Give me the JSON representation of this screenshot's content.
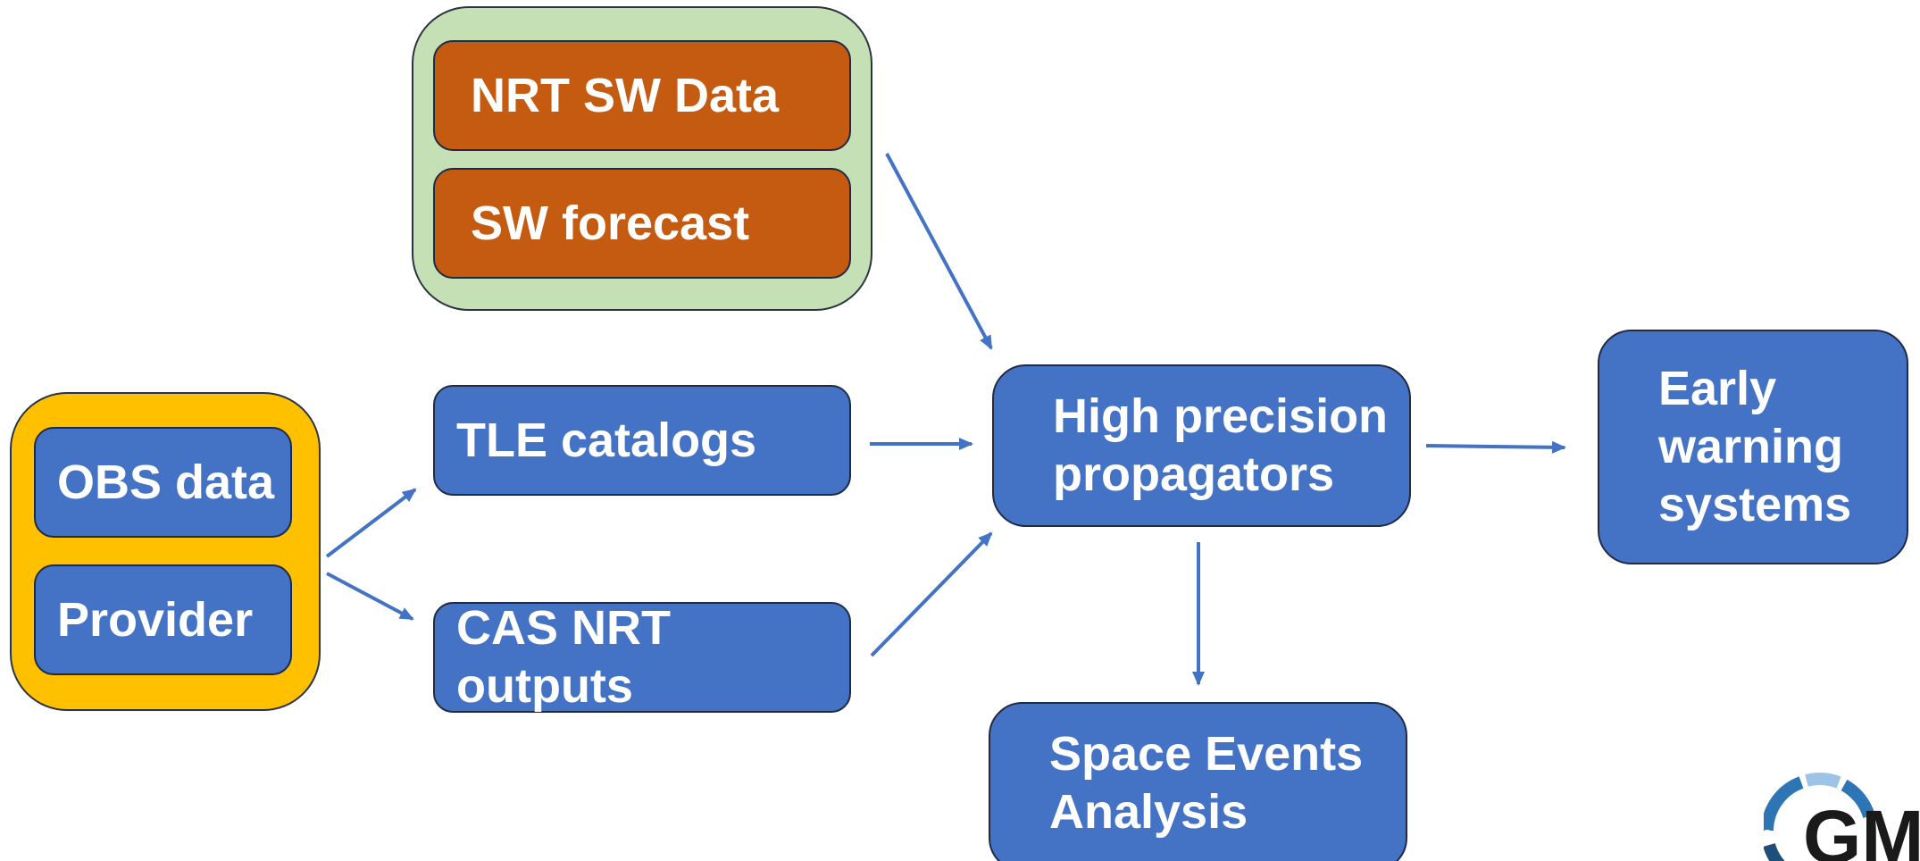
{
  "diagram": {
    "nodes": {
      "nrt_sw_data": "NRT SW Data",
      "sw_forecast": "SW forecast",
      "obs_data": "OBS data",
      "provider": "Provider",
      "tle_catalogs": "TLE catalogs",
      "cas_nrt_outputs": "CAS NRT outputs",
      "high_precision_propagators": "High precision\npropagators",
      "early_warning_systems": "Early\nwarning\nsystems",
      "space_events_analysis": "Space Events\nAnalysis"
    },
    "edges": [
      {
        "from": "space_weather_group",
        "to": "high_precision_propagators"
      },
      {
        "from": "obs_group",
        "to": "tle_catalogs"
      },
      {
        "from": "obs_group",
        "to": "cas_nrt_outputs"
      },
      {
        "from": "tle_catalogs",
        "to": "high_precision_propagators"
      },
      {
        "from": "cas_nrt_outputs",
        "to": "high_precision_propagators"
      },
      {
        "from": "high_precision_propagators",
        "to": "early_warning_systems"
      },
      {
        "from": "high_precision_propagators",
        "to": "space_events_analysis"
      }
    ],
    "logo": {
      "text": "GM",
      "icon": "gmv-logo-ring-icon"
    },
    "colors": {
      "blue": "#4472c4",
      "orange": "#c55a11",
      "green": "#c5e0b4",
      "yellow": "#ffc000",
      "arrow": "#4472c4",
      "logo_dark": "#1a1a1a",
      "logo_ring": "#2e75b6"
    }
  }
}
